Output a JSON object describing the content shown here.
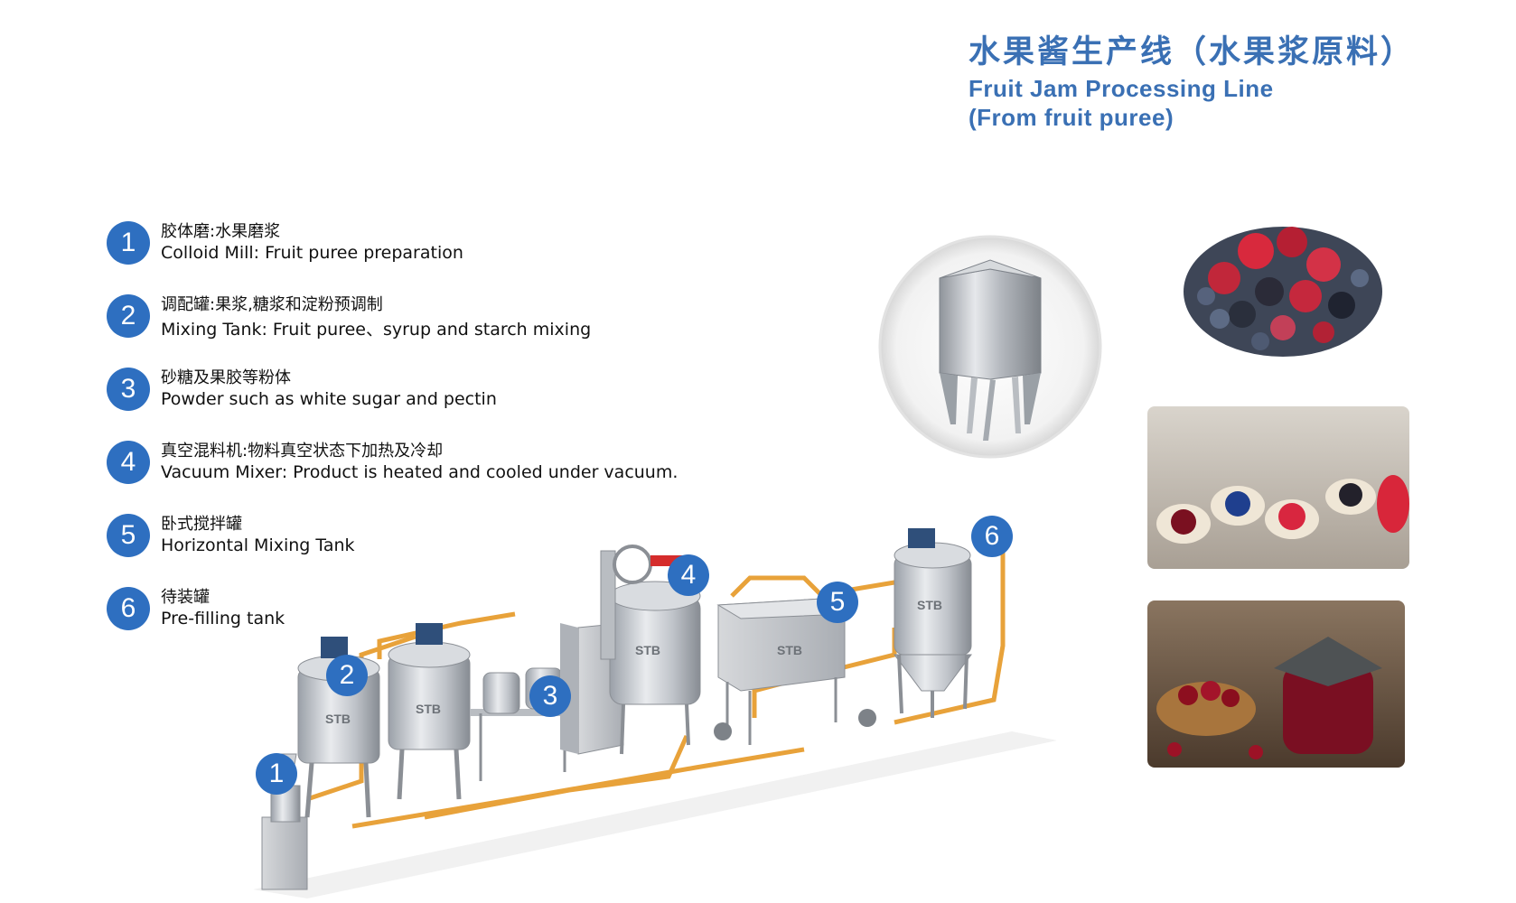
{
  "title": {
    "cn": "水果酱生产线（水果浆原料）",
    "en_line1": "Fruit Jam Processing Line",
    "en_line2": "(From fruit puree)"
  },
  "steps": [
    {
      "num": "1",
      "cn": "胶体磨:水果磨浆",
      "en": "Colloid Mill: Fruit puree preparation"
    },
    {
      "num": "2",
      "cn": "调配罐:果浆,糖浆和淀粉预调制",
      "en": "Mixing Tank: Fruit puree、syrup and starch mixing"
    },
    {
      "num": "3",
      "cn": "砂糖及果胶等粉体",
      "en": "Powder such as white sugar and pectin"
    },
    {
      "num": "4",
      "cn": "真空混料机:物料真空状态下加热及冷却",
      "en": "Vacuum Mixer: Product is heated and cooled under vacuum."
    },
    {
      "num": "5",
      "cn": "卧式搅拌罐",
      "en": "Horizontal Mixing Tank"
    },
    {
      "num": "6",
      "cn": "待装罐",
      "en": "Pre-filling tank"
    }
  ],
  "equipment_labels": [
    "1",
    "2",
    "3",
    "4",
    "5",
    "6"
  ],
  "tank_mark": "STB",
  "colors": {
    "accent_blue": "#2e6fc0",
    "title_blue": "#3a70b4",
    "pipe_orange": "#e8a23a",
    "steel": "#c9ccd2"
  }
}
